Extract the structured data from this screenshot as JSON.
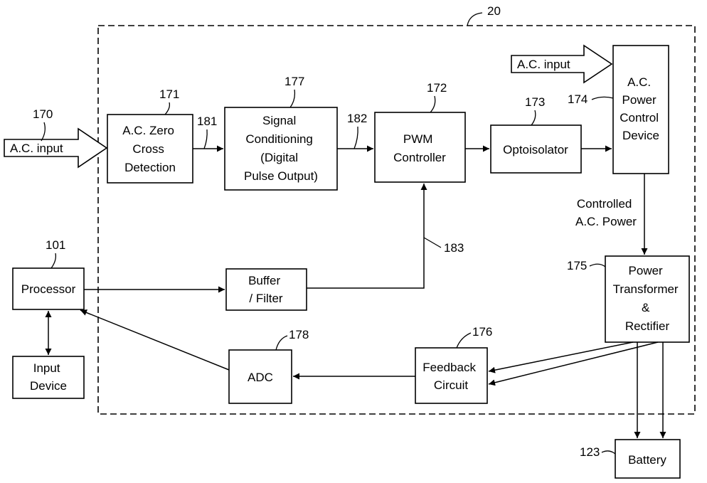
{
  "labels": {
    "system_ref": "20",
    "ac_input_left": "A.C. input",
    "ac_input_left_ref": "170",
    "ac_input_top": "A.C. input",
    "zero_cross": {
      "ref": "171",
      "lines": [
        "A.C. Zero",
        "Cross",
        "Detection"
      ]
    },
    "signal_cond": {
      "ref": "177",
      "lines": [
        "Signal",
        "Conditioning",
        "(Digital",
        "Pulse Output)"
      ]
    },
    "pwm": {
      "ref": "172",
      "lines": [
        "PWM",
        "Controller"
      ]
    },
    "opto": {
      "ref": "173",
      "lines": [
        "Optoisolator"
      ]
    },
    "ac_power": {
      "ref": "174",
      "lines": [
        "A.C.",
        "Power",
        "Control",
        "Device"
      ]
    },
    "buffer": {
      "lines": [
        "Buffer",
        "/ Filter"
      ]
    },
    "processor": {
      "ref": "101",
      "lines": [
        "Processor"
      ]
    },
    "input_device": {
      "lines": [
        "Input",
        "Device"
      ]
    },
    "adc": {
      "ref": "178",
      "lines": [
        "ADC"
      ]
    },
    "feedback": {
      "ref": "176",
      "lines": [
        "Feedback",
        "Circuit"
      ]
    },
    "transformer": {
      "ref": "175",
      "lines": [
        "Power",
        "Transformer",
        "&",
        "Rectifier"
      ]
    },
    "battery": {
      "ref": "123",
      "lines": [
        "Battery"
      ]
    },
    "signal_181": "181",
    "signal_182": "182",
    "signal_183": "183",
    "controlled_power": [
      "Controlled",
      "A.C. Power"
    ]
  }
}
